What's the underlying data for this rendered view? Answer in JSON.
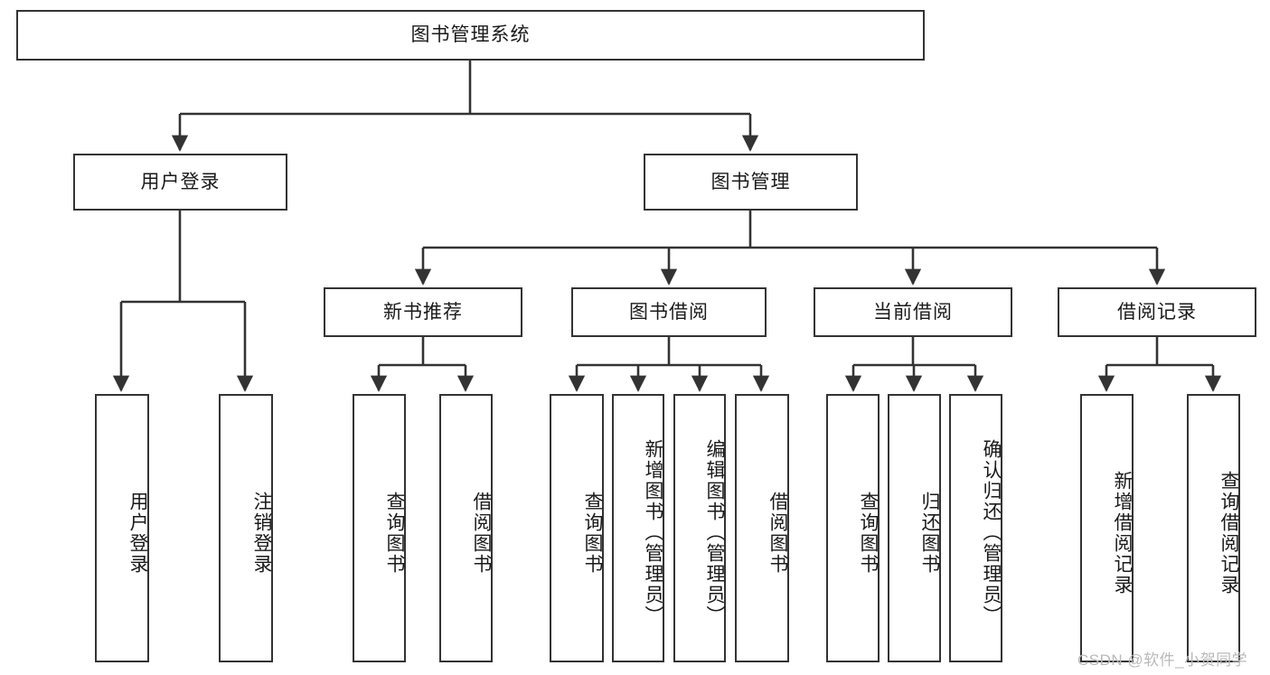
{
  "diagram": {
    "type": "tree-hierarchy",
    "title": "图书管理系统",
    "watermark": "CSDN @软件_小贺同学",
    "colors": {
      "stroke": "#333333",
      "fill": "#ffffff",
      "text": "#1a1a1a",
      "watermark": "#b9b9b9"
    },
    "nodes": {
      "root": {
        "label": "图书管理系统",
        "level": 0
      },
      "l1": [
        {
          "id": "user-login",
          "label": "用户登录"
        },
        {
          "id": "book-manage",
          "label": "图书管理"
        }
      ],
      "l2": [
        {
          "id": "new-book-rec",
          "label": "新书推荐",
          "parent": "book-manage"
        },
        {
          "id": "book-borrow",
          "label": "图书借阅",
          "parent": "book-manage"
        },
        {
          "id": "current-borrow",
          "label": "当前借阅",
          "parent": "book-manage"
        },
        {
          "id": "borrow-record",
          "label": "借阅记录",
          "parent": "book-manage"
        }
      ],
      "leaves": [
        {
          "id": "leaf-user-login",
          "label": "用户登录",
          "parent": "user-login"
        },
        {
          "id": "leaf-logout",
          "label": "注销登录",
          "parent": "user-login"
        },
        {
          "id": "leaf-query-book-1",
          "label": "查询图书",
          "parent": "new-book-rec"
        },
        {
          "id": "leaf-borrow-book-1",
          "label": "借阅图书",
          "parent": "new-book-rec"
        },
        {
          "id": "leaf-query-book-2",
          "label": "查询图书",
          "parent": "book-borrow"
        },
        {
          "id": "leaf-add-book",
          "label": "新增图书（管理员）",
          "parent": "book-borrow"
        },
        {
          "id": "leaf-edit-book",
          "label": "编辑图书（管理员）",
          "parent": "book-borrow"
        },
        {
          "id": "leaf-borrow-book-2",
          "label": "借阅图书",
          "parent": "book-borrow"
        },
        {
          "id": "leaf-query-book-3",
          "label": "查询图书",
          "parent": "current-borrow"
        },
        {
          "id": "leaf-return-book",
          "label": "归还图书",
          "parent": "current-borrow"
        },
        {
          "id": "leaf-confirm-return",
          "label": "确认归还（管理员）",
          "parent": "current-borrow"
        },
        {
          "id": "leaf-add-record",
          "label": "新增借阅记录",
          "parent": "borrow-record"
        },
        {
          "id": "leaf-query-record",
          "label": "查询借阅记录",
          "parent": "borrow-record"
        }
      ]
    }
  }
}
